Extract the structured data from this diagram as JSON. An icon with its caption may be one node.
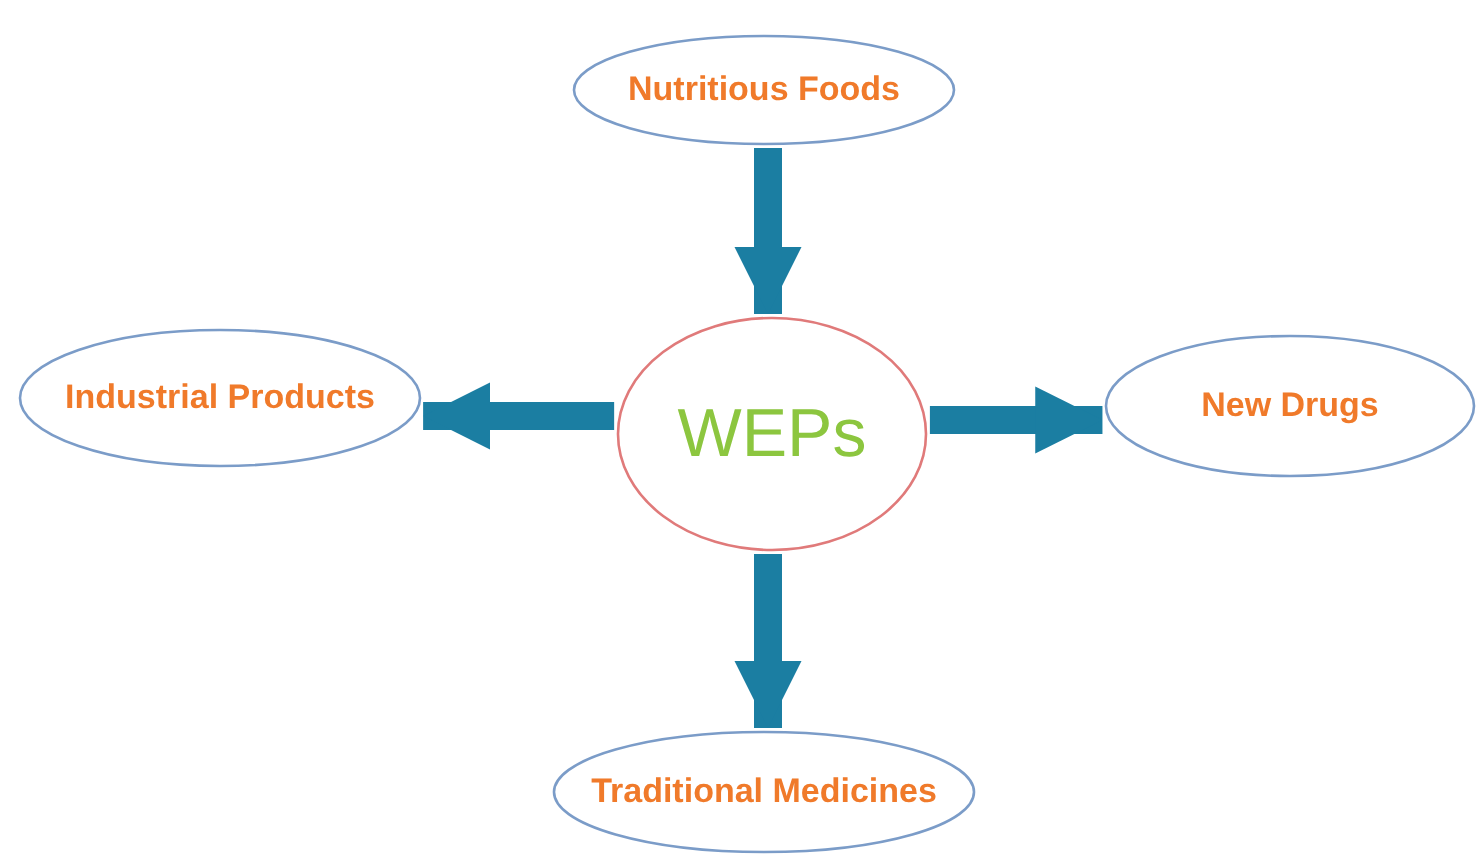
{
  "diagram": {
    "nodes": [
      {
        "text": [
          "Nutritious Foods"
        ]
      },
      {
        "text": [
          "Industrial Products"
        ]
      },
      {
        "text": [
          "WEPs"
        ]
      },
      {
        "text": [
          "New Drugs"
        ]
      },
      {
        "text": [
          "Traditional Medicines"
        ]
      }
    ],
    "edges": [
      {
        "from": 0,
        "to": 2,
        "arrow": "to"
      },
      {
        "from": 2,
        "to": 1,
        "arrow": "to"
      },
      {
        "from": 2,
        "to": 3,
        "arrow": "to"
      },
      {
        "from": 2,
        "to": 4,
        "arrow": "to"
      }
    ]
  }
}
